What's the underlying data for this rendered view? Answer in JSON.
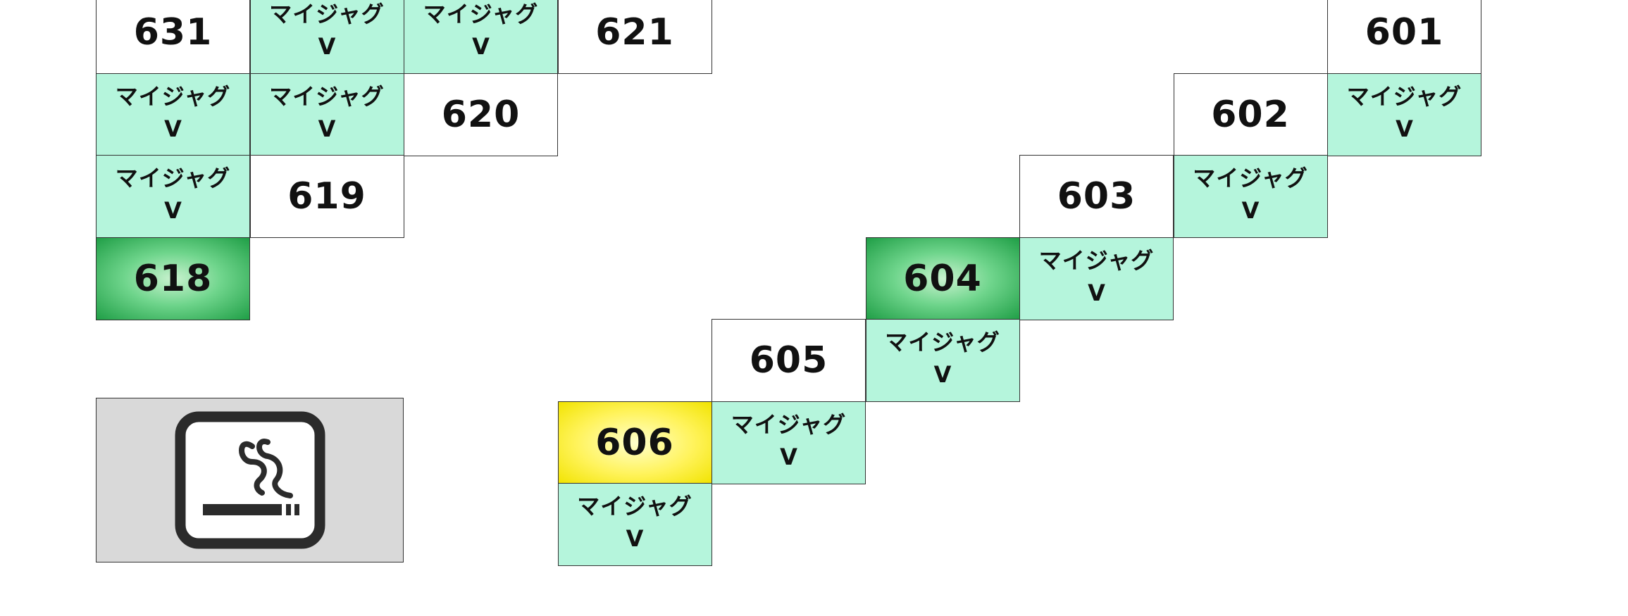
{
  "colors": {
    "machine_cell": "#b5f5dc",
    "highlight_green": "#35b85a",
    "highlight_yellow": "#fff35a",
    "smoking_area": "#d9d9d9"
  },
  "cells": [
    {
      "col": 0,
      "row": 0,
      "kind": "number",
      "style": "plain",
      "num": "631"
    },
    {
      "col": 1,
      "row": 0,
      "kind": "machine",
      "name": "マイジャグ",
      "model": "V"
    },
    {
      "col": 2,
      "row": 0,
      "kind": "machine",
      "name": "マイジャグ",
      "model": "V"
    },
    {
      "col": 3,
      "row": 0,
      "kind": "number",
      "style": "plain",
      "num": "621"
    },
    {
      "col": 8,
      "row": 0,
      "kind": "number",
      "style": "plain",
      "num": "601"
    },
    {
      "col": 0,
      "row": 1,
      "kind": "machine",
      "name": "マイジャグ",
      "model": "V"
    },
    {
      "col": 1,
      "row": 1,
      "kind": "machine",
      "name": "マイジャグ",
      "model": "V"
    },
    {
      "col": 2,
      "row": 1,
      "kind": "number",
      "style": "plain",
      "num": "620"
    },
    {
      "col": 7,
      "row": 1,
      "kind": "number",
      "style": "plain",
      "num": "602"
    },
    {
      "col": 8,
      "row": 1,
      "kind": "machine",
      "name": "マイジャグ",
      "model": "V"
    },
    {
      "col": 0,
      "row": 2,
      "kind": "machine",
      "name": "マイジャグ",
      "model": "V"
    },
    {
      "col": 1,
      "row": 2,
      "kind": "number",
      "style": "plain",
      "num": "619"
    },
    {
      "col": 6,
      "row": 2,
      "kind": "number",
      "style": "plain",
      "num": "603"
    },
    {
      "col": 7,
      "row": 2,
      "kind": "machine",
      "name": "マイジャグ",
      "model": "V"
    },
    {
      "col": 0,
      "row": 3,
      "kind": "number",
      "style": "green",
      "num": "618"
    },
    {
      "col": 5,
      "row": 3,
      "kind": "number",
      "style": "green",
      "num": "604"
    },
    {
      "col": 6,
      "row": 3,
      "kind": "machine",
      "name": "マイジャグ",
      "model": "V"
    },
    {
      "col": 4,
      "row": 4,
      "kind": "number",
      "style": "plain",
      "num": "605"
    },
    {
      "col": 5,
      "row": 4,
      "kind": "machine",
      "name": "マイジャグ",
      "model": "V"
    },
    {
      "col": 3,
      "row": 5,
      "kind": "number",
      "style": "yellow",
      "num": "606"
    },
    {
      "col": 4,
      "row": 5,
      "kind": "machine",
      "name": "マイジャグ",
      "model": "V"
    },
    {
      "col": 3,
      "row": 6,
      "kind": "machine",
      "name": "マイジャグ",
      "model": "V"
    }
  ],
  "smoking_area": {
    "icon": "smoking-icon"
  }
}
